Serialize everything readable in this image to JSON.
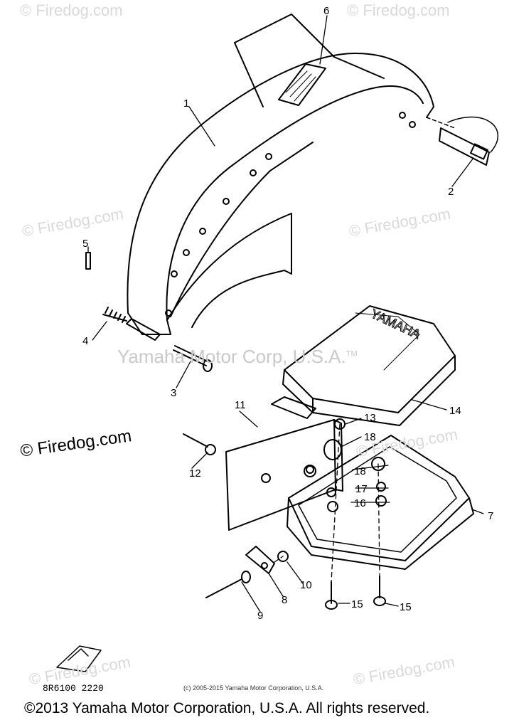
{
  "watermark": {
    "text": "© Firedog.com",
    "center_text": "Yamaha Motor Corp, U.S.A.",
    "center_mark": "TM"
  },
  "callouts": [
    "1",
    "2",
    "3",
    "4",
    "5",
    "6",
    "7",
    "8",
    "9",
    "10",
    "11",
    "12",
    "13",
    "14",
    "15",
    "15",
    "16",
    "17",
    "18",
    "18"
  ],
  "part_code": "8R6100 2220",
  "small_copyright": "(c) 2005-2015 Yamaha Motor Corporation, U.S.A.",
  "footer": "©2013 Yamaha Motor Corporation, U.S.A. All rights reserved.",
  "colors": {
    "line": "#000000",
    "watermark": "#d9d9d9",
    "background": "#ffffff"
  },
  "icons": [
    "front-arrow-icon"
  ]
}
